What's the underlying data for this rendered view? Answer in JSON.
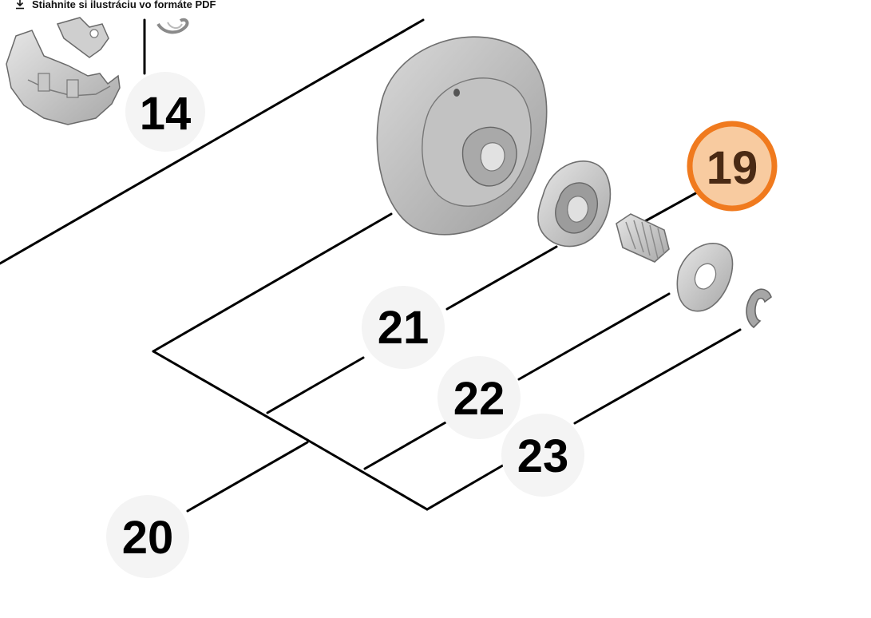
{
  "download": {
    "label": "Stiahnite si ilustráciu vo formáte PDF",
    "icon": "download-icon"
  },
  "callouts": [
    {
      "id": "14",
      "label": "14",
      "selected": false
    },
    {
      "id": "19",
      "label": "19",
      "selected": true
    },
    {
      "id": "20",
      "label": "20",
      "selected": false
    },
    {
      "id": "21",
      "label": "21",
      "selected": false
    },
    {
      "id": "22",
      "label": "22",
      "selected": false
    },
    {
      "id": "23",
      "label": "23",
      "selected": false
    }
  ],
  "colors": {
    "callout_bg": "#f4f4f4",
    "selected_fill": "#f8cba0",
    "selected_ring": "#f07a1e",
    "selected_text": "#4a2a14",
    "leader_line": "#000000",
    "part_gray": "#b9b9b9"
  }
}
